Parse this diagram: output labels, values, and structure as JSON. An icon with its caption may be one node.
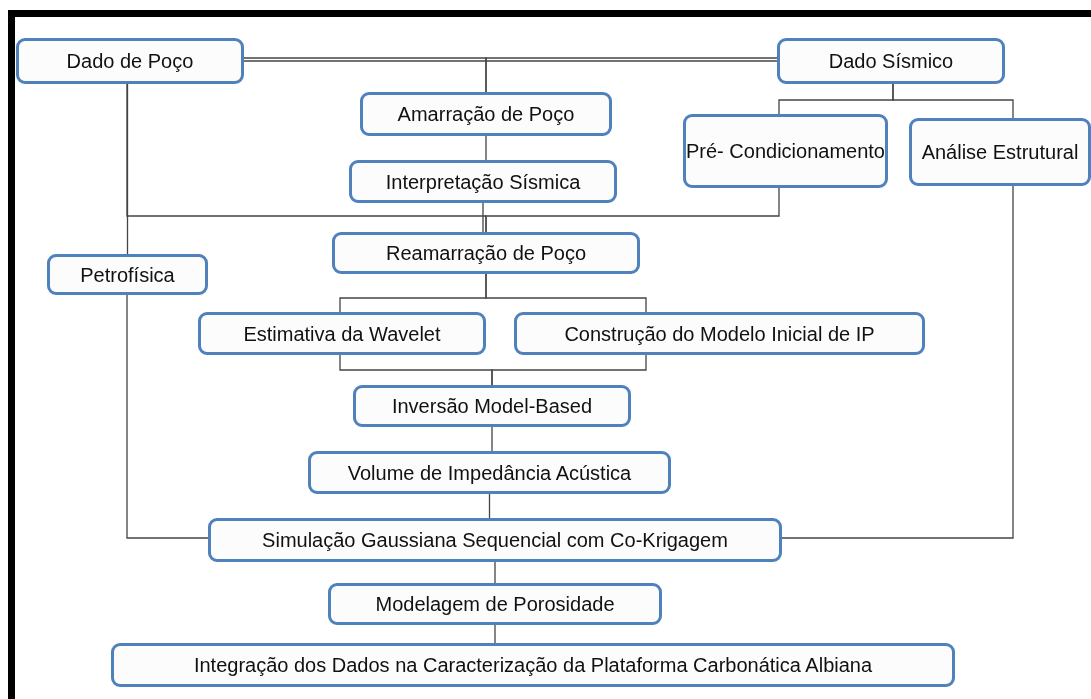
{
  "diagram": {
    "nodes": [
      {
        "text": [
          "Dado de Poço"
        ]
      },
      {
        "text": [
          "Dado Sísmico"
        ]
      },
      {
        "text": [
          "Amarração de Poço"
        ]
      },
      {
        "text": [
          "Pré- Condicionamento"
        ]
      },
      {
        "text": [
          "Análise Estrutural"
        ]
      },
      {
        "text": [
          "Interpretação Sísmica"
        ]
      },
      {
        "text": [
          "Reamarração de Poço"
        ]
      },
      {
        "text": [
          "Petrofísica"
        ]
      },
      {
        "text": [
          "Estimativa da Wavelet"
        ]
      },
      {
        "text": [
          "Construção do Modelo Inicial de IP"
        ]
      },
      {
        "text": [
          "Inversão Model-Based"
        ]
      },
      {
        "text": [
          "Volume de Impedância Acústica"
        ]
      },
      {
        "text": [
          "Simulação Gaussiana Sequencial com Co-Krigagem"
        ]
      },
      {
        "text": [
          "Modelagem de Porosidade"
        ]
      },
      {
        "text": [
          "Integração dos Dados na Caracterização da Plataforma Carbonática Albiana"
        ]
      }
    ],
    "edges": [
      {
        "from": 0,
        "to": 1,
        "arrow": "none"
      },
      {
        "from": 0,
        "to": 2,
        "arrow": "none"
      },
      {
        "from": 1,
        "to": 2,
        "arrow": "none"
      },
      {
        "from": 2,
        "to": 5,
        "arrow": "none"
      },
      {
        "from": 5,
        "to": 6,
        "arrow": "none"
      },
      {
        "from": 0,
        "to": 7,
        "arrow": "none"
      },
      {
        "from": 0,
        "to": 6,
        "arrow": "none"
      },
      {
        "from": 3,
        "to": 6,
        "arrow": "none"
      },
      {
        "from": 1,
        "to": 3,
        "arrow": "none"
      },
      {
        "from": 1,
        "to": 4,
        "arrow": "none"
      },
      {
        "from": 6,
        "to": 8,
        "arrow": "none"
      },
      {
        "from": 6,
        "to": 9,
        "arrow": "none"
      },
      {
        "from": 8,
        "to": 10,
        "arrow": "none"
      },
      {
        "from": 9,
        "to": 10,
        "arrow": "none"
      },
      {
        "from": 10,
        "to": 11,
        "arrow": "none"
      },
      {
        "from": 11,
        "to": 12,
        "arrow": "none"
      },
      {
        "from": 7,
        "to": 12,
        "arrow": "none"
      },
      {
        "from": 4,
        "to": 12,
        "arrow": "none"
      },
      {
        "from": 12,
        "to": 13,
        "arrow": "none"
      },
      {
        "from": 13,
        "to": 14,
        "arrow": "none"
      }
    ]
  }
}
